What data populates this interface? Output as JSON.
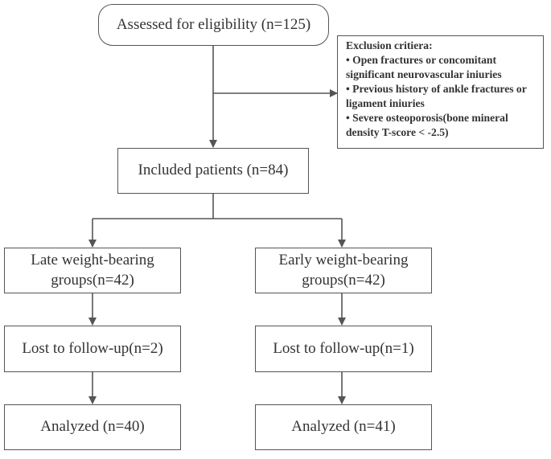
{
  "flowchart": {
    "assessed": "Assessed for eligibility (n=125)",
    "exclusion": {
      "title": "Exclusion critiera:",
      "items": [
        "• Open fractures or concomitant significant  neurovascular iniuries",
        "• Previous history of ankle fractures or ligament iniuries",
        "• Severe osteoporosis(bone mineral density T-score < -2.5)"
      ]
    },
    "included": "Included patients (n=84)",
    "late_group": {
      "line1": "Late weight-bearing",
      "line2": "groups(n=42)"
    },
    "early_group": {
      "line1": "Early weight-bearing",
      "line2": "groups(n=42)"
    },
    "late_lost": "Lost to follow-up(n=2)",
    "early_lost": "Lost to follow-up(n=1)",
    "late_analyzed": "Analyzed (n=40)",
    "early_analyzed": "Analyzed (n=41)"
  },
  "colors": {
    "stroke": "#555555",
    "text": "#333333"
  }
}
